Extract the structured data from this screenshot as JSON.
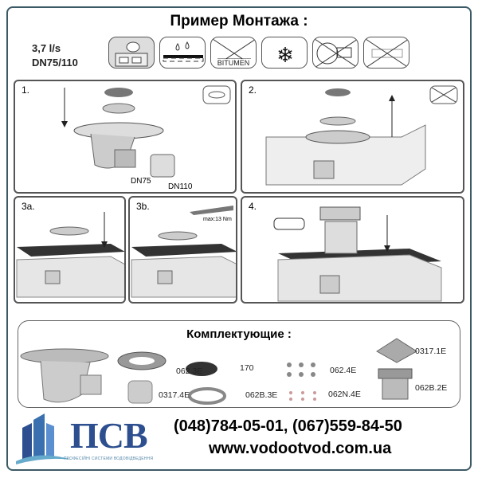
{
  "title": "Пример Монтажа :",
  "spec": {
    "flow": "3,7 l/s",
    "diameter": "DN75/110"
  },
  "usage_icons": [
    {
      "icon": "roof-building-icon"
    },
    {
      "icon": "waterproofing-drops-icon"
    },
    {
      "icon": "no-bitumen-icon",
      "label": "BITUMEN"
    },
    {
      "icon": "frost-resistant-snowflake-icon"
    },
    {
      "icon": "no-flange-icon"
    },
    {
      "icon": "no-sealant-icon"
    }
  ],
  "steps": [
    {
      "label": "1.",
      "callouts": [
        "DN75",
        "DN110"
      ]
    },
    {
      "label": "2."
    },
    {
      "label": "3a."
    },
    {
      "label": "3b.",
      "torque": "max:13 Nm"
    },
    {
      "label": "4."
    }
  ],
  "components": {
    "title": "Комплектующие :",
    "items": [
      "062.3E",
      "170",
      "062.4E",
      "0317.1E",
      "0317.4E",
      "062B.3E",
      "062N.4E",
      "062B.2E"
    ]
  },
  "contact": {
    "phones": "(048)784-05-01, (067)559-84-50",
    "website": "www.vodootvod.com.ua"
  },
  "logo": {
    "name": "ПСВ",
    "subtitle": "ПРОФЕСІЙНІ СИСТЕМИ ВОДОВІДВЕДЕННЯ"
  }
}
